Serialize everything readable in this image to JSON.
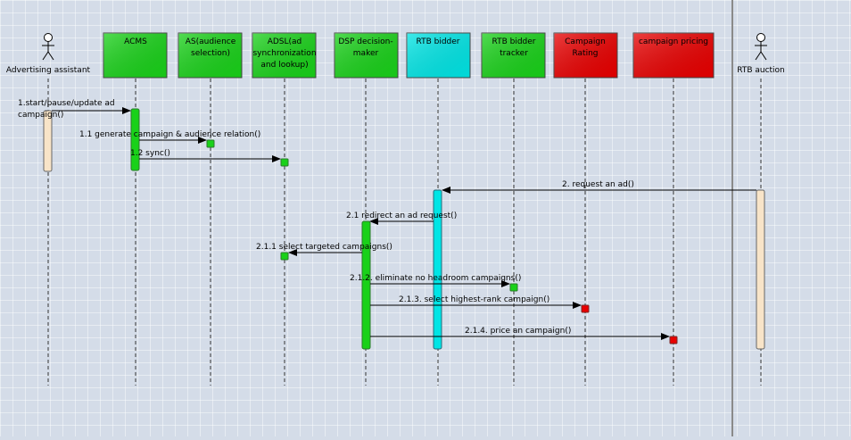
{
  "diagram": {
    "actors": [
      {
        "id": "advertising-assistant",
        "label": "Advertising assistant"
      },
      {
        "id": "rtb-auction",
        "label": "RTB auction"
      }
    ],
    "objects": [
      {
        "id": "acms",
        "lines": [
          "ACMS"
        ],
        "color": "#19d119"
      },
      {
        "id": "as",
        "lines": [
          "AS(audience",
          "selection)"
        ],
        "color": "#19d119"
      },
      {
        "id": "adsl",
        "lines": [
          "ADSL(ad",
          "synchronization",
          "and lookup)"
        ],
        "color": "#19d119"
      },
      {
        "id": "dsp",
        "lines": [
          "DSP decision-",
          "maker"
        ],
        "color": "#19d119"
      },
      {
        "id": "rtb-bidder",
        "lines": [
          "RTB bidder"
        ],
        "color": "#00e5e5"
      },
      {
        "id": "rtb-tracker",
        "lines": [
          "RTB bidder",
          "tracker"
        ],
        "color": "#19d119"
      },
      {
        "id": "campaign-rating",
        "lines": [
          "Campaign",
          "Rating"
        ],
        "color": "#e80000"
      },
      {
        "id": "campaign-pricing",
        "lines": [
          "campaign pricing"
        ],
        "color": "#e80000"
      }
    ],
    "messages": [
      {
        "id": "msg-1",
        "label_lines": [
          "1.start/pause/update ad",
          "campaign()"
        ]
      },
      {
        "id": "msg-1-1",
        "label_lines": [
          "1.1 generate campaign & audience relation()"
        ]
      },
      {
        "id": "msg-1-2",
        "label_lines": [
          "1.2 sync()"
        ]
      },
      {
        "id": "msg-2",
        "label_lines": [
          "2. request an ad()"
        ]
      },
      {
        "id": "msg-2-1",
        "label_lines": [
          "2.1 redirect an ad request()"
        ]
      },
      {
        "id": "msg-2-1-1",
        "label_lines": [
          "2.1.1 select targeted campaigns()"
        ]
      },
      {
        "id": "msg-2-1-2",
        "label_lines": [
          "2.1.2. eliminate no headroom campaigns()"
        ]
      },
      {
        "id": "msg-2-1-3",
        "label_lines": [
          "2.1.3. select highest-rank campaign()"
        ]
      },
      {
        "id": "msg-2-1-4",
        "label_lines": [
          "2.1.4. price an campaign()"
        ]
      }
    ],
    "colors": {
      "green": "#19d119",
      "cyan": "#00e5e5",
      "red": "#e80000",
      "actor_activation": "#f8e4c8"
    }
  }
}
